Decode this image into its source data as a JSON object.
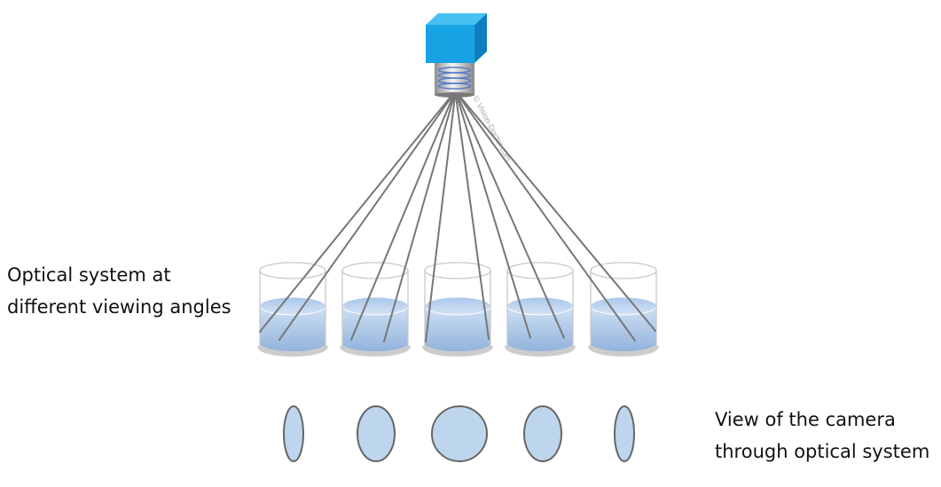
{
  "labels": {
    "left_line1": "Optical system at",
    "left_line2": "different viewing angles",
    "right_line1": "View of the camera",
    "right_line2": "through optical system"
  },
  "watermark": "© Vision-Doctor.com",
  "colors": {
    "camera_front": "#17a2e4",
    "camera_top": "#48c1f2",
    "camera_side": "#0d7fc0",
    "liquid": "#b9d3ee",
    "ray": "#777777",
    "view_fill": "#bdd6ee",
    "view_stroke": "#666666"
  },
  "counts": {
    "beakers": 5,
    "views": 5
  }
}
